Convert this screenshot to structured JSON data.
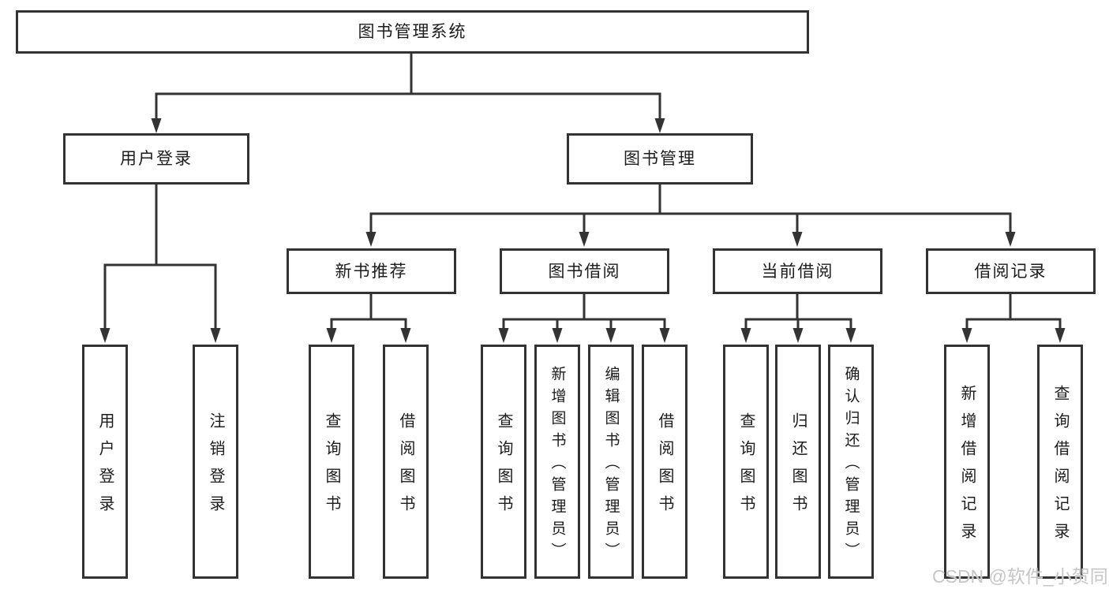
{
  "tree": {
    "root": {
      "label": "图书管理系统"
    },
    "children": [
      {
        "label": "用户登录",
        "children": [
          {
            "label": "用户登录"
          },
          {
            "label": "注销登录"
          }
        ]
      },
      {
        "label": "图书管理",
        "children": [
          {
            "label": "新书推荐",
            "children": [
              {
                "label": "查询图书"
              },
              {
                "label": "借阅图书"
              }
            ]
          },
          {
            "label": "图书借阅",
            "children": [
              {
                "label": "查询图书"
              },
              {
                "label": "新增图书（管理员）"
              },
              {
                "label": "编辑图书（管理员）"
              },
              {
                "label": "借阅图书"
              }
            ]
          },
          {
            "label": "当前借阅",
            "children": [
              {
                "label": "查询图书"
              },
              {
                "label": "归还图书"
              },
              {
                "label": "确认归还（管理员）"
              }
            ]
          },
          {
            "label": "借阅记录",
            "children": [
              {
                "label": "新增借阅记录"
              },
              {
                "label": "查询借阅记录"
              }
            ]
          }
        ]
      }
    ]
  },
  "watermark": {
    "text": "CSDN @软件_小贺同学"
  },
  "colors": {
    "line": "#333333",
    "box_border": "#333333",
    "text": "#1c1c1c",
    "watermark": "#c6c6c6",
    "background": "#ffffff"
  }
}
